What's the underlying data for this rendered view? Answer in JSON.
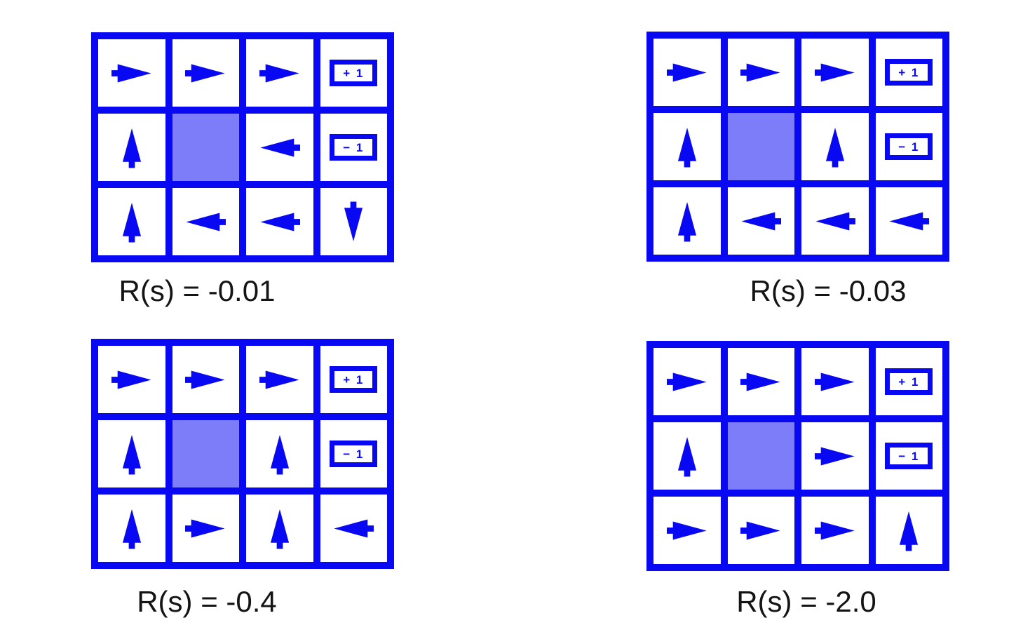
{
  "figure": {
    "description": "Four 4x3 gridworld optimal policies for different state rewards",
    "colors": {
      "blue": "#0808f2",
      "wall": "#7d7dfa",
      "label_text": "#141414",
      "background": "#ffffff"
    },
    "terminal_positive_label": "+ 1",
    "terminal_negative_label": "− 1",
    "grids": [
      {
        "label": "R(s) = -0.01",
        "rows": 3,
        "cols": 4,
        "cells": [
          [
            "right",
            "right",
            "right",
            "plus"
          ],
          [
            "up",
            "wall",
            "left",
            "minus"
          ],
          [
            "up",
            "left",
            "left",
            "down"
          ]
        ]
      },
      {
        "label": "R(s) = -0.03",
        "rows": 3,
        "cols": 4,
        "cells": [
          [
            "right",
            "right",
            "right",
            "plus"
          ],
          [
            "up",
            "wall",
            "up",
            "minus"
          ],
          [
            "up",
            "left",
            "left",
            "left"
          ]
        ]
      },
      {
        "label": "R(s) = -0.4",
        "rows": 3,
        "cols": 4,
        "cells": [
          [
            "right",
            "right",
            "right",
            "plus"
          ],
          [
            "up",
            "wall",
            "up",
            "minus"
          ],
          [
            "up",
            "right",
            "up",
            "left"
          ]
        ]
      },
      {
        "label": "R(s) = -2.0",
        "rows": 3,
        "cols": 4,
        "cells": [
          [
            "right",
            "right",
            "right",
            "plus"
          ],
          [
            "up",
            "wall",
            "right",
            "minus"
          ],
          [
            "right",
            "right",
            "right",
            "up"
          ]
        ]
      }
    ]
  }
}
